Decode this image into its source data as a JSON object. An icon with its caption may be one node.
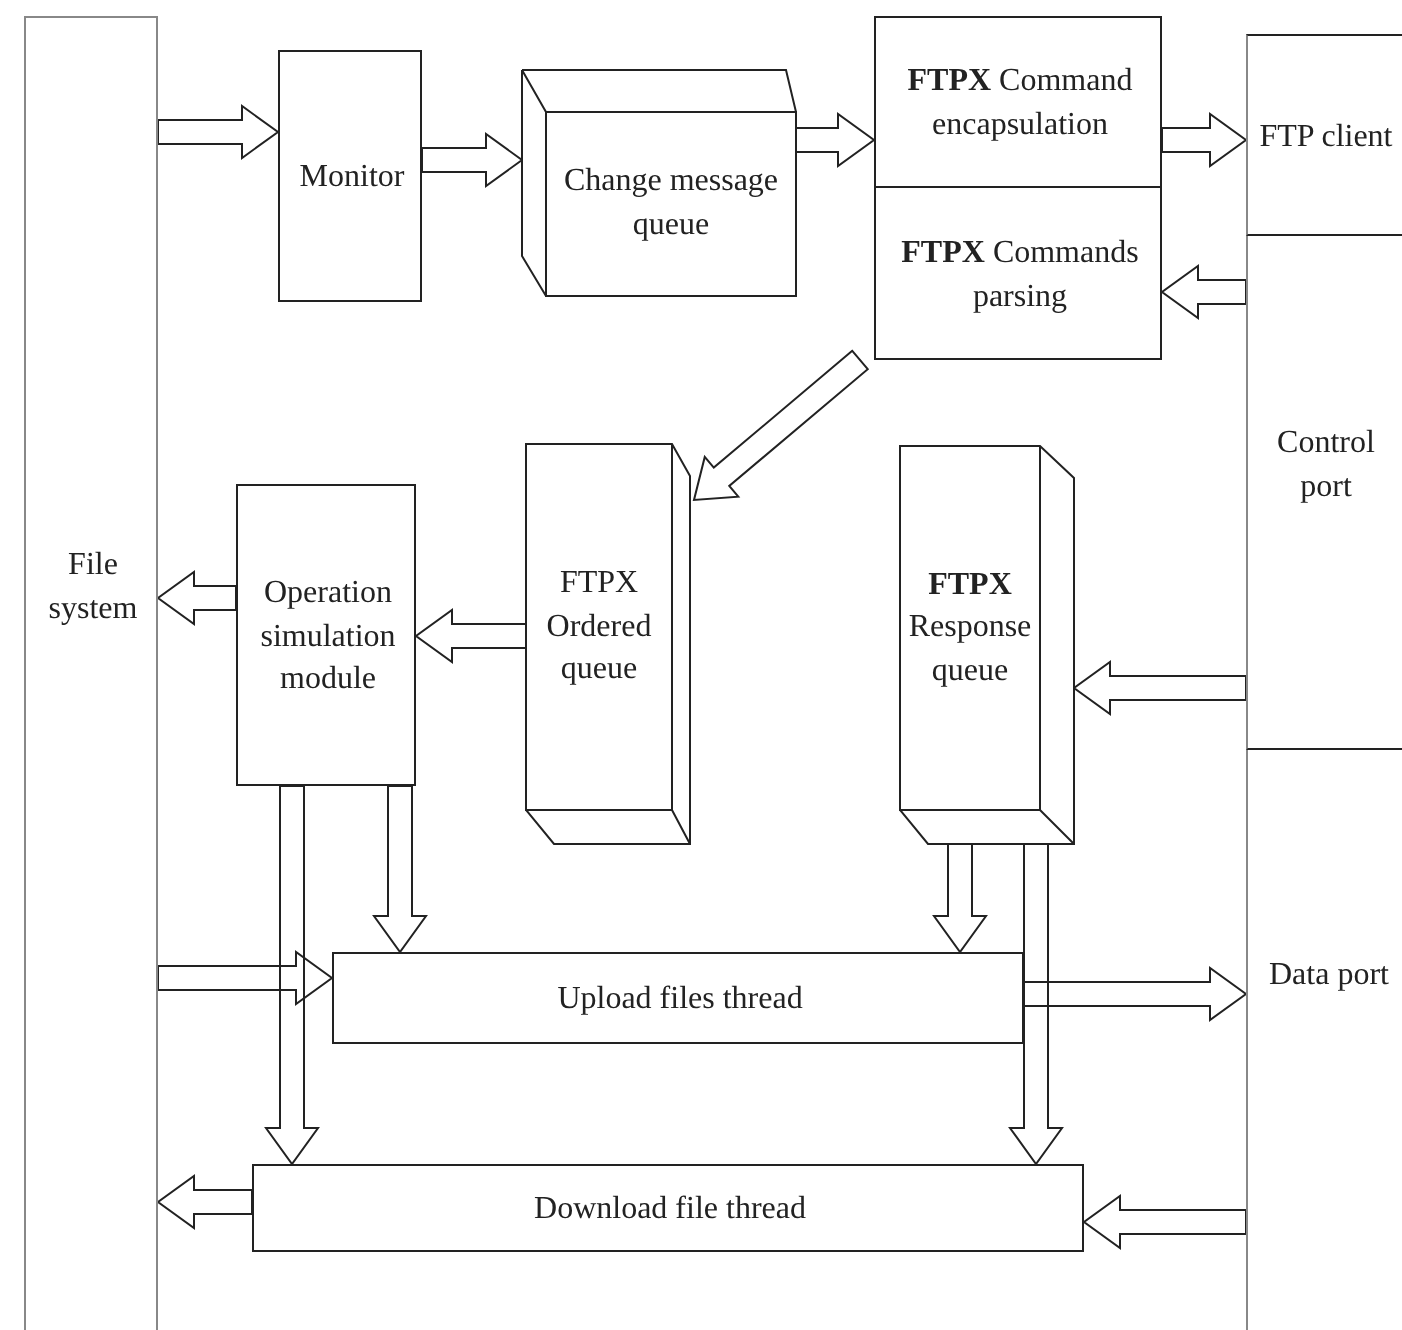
{
  "diagram": {
    "nodes": [
      {
        "text": [
          "File system"
        ]
      },
      {
        "text": [
          "Monitor"
        ]
      },
      {
        "text": [
          "Change message queue"
        ]
      },
      {
        "text": [
          "**FTPX** Command encapsulation"
        ]
      },
      {
        "text": [
          "**FTPX** Commands parsing"
        ]
      },
      {
        "text": [
          "FTP client"
        ]
      },
      {
        "text": [
          "Control port"
        ]
      },
      {
        "text": [
          "Operation simulation module"
        ]
      },
      {
        "text": [
          "FTPX Ordered queue"
        ]
      },
      {
        "text": [
          "**FTPX** Response queue"
        ]
      },
      {
        "text": [
          "Upload files thread"
        ]
      },
      {
        "text": [
          "Data port"
        ]
      },
      {
        "text": [
          "Download file thread"
        ]
      }
    ],
    "edges": [
      {
        "from": 0,
        "to": 1,
        "arrow": "to"
      },
      {
        "from": 1,
        "to": 2,
        "arrow": "to"
      },
      {
        "from": 2,
        "to": 3,
        "arrow": "to"
      },
      {
        "from": 3,
        "to": 5,
        "arrow": "to"
      },
      {
        "from": 6,
        "to": 4,
        "arrow": "to"
      },
      {
        "from": 4,
        "to": 8,
        "arrow": "to"
      },
      {
        "from": 8,
        "to": 7,
        "arrow": "to"
      },
      {
        "from": 7,
        "to": 0,
        "arrow": "to"
      },
      {
        "from": 6,
        "to": 9,
        "arrow": "to"
      },
      {
        "from": 7,
        "to": 10,
        "arrow": "to"
      },
      {
        "from": 7,
        "to": 12,
        "arrow": "to"
      },
      {
        "from": 9,
        "to": 10,
        "arrow": "to"
      },
      {
        "from": 9,
        "to": 12,
        "arrow": "to"
      },
      {
        "from": 0,
        "to": 10,
        "arrow": "to"
      },
      {
        "from": 10,
        "to": 11,
        "arrow": "to"
      },
      {
        "from": 11,
        "to": 12,
        "arrow": "to"
      },
      {
        "from": 12,
        "to": 0,
        "arrow": "to"
      }
    ]
  }
}
